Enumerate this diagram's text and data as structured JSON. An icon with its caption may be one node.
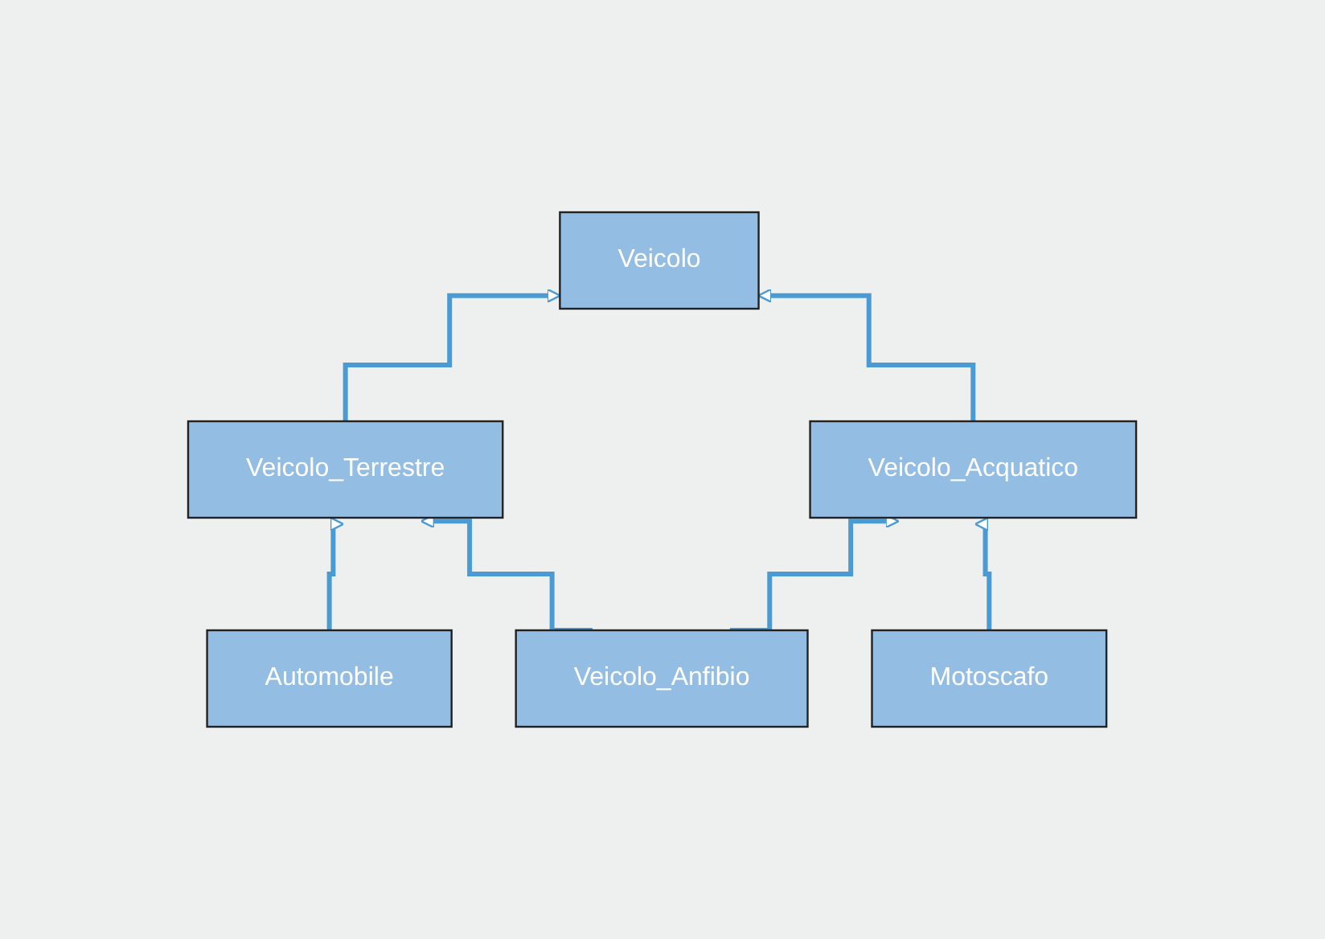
{
  "diagram": {
    "nodes": [
      {
        "text": [
          "Veicolo"
        ]
      },
      {
        "text": [
          "Veicolo_Terrestre"
        ]
      },
      {
        "text": [
          "Veicolo_Acquatico"
        ]
      },
      {
        "text": [
          "Automobile"
        ]
      },
      {
        "text": [
          "Veicolo_Anfibio"
        ]
      },
      {
        "text": [
          "Motoscafo"
        ]
      }
    ],
    "edges": [
      {
        "from": 1,
        "to": 0,
        "arrow": "to"
      },
      {
        "from": 2,
        "to": 0,
        "arrow": "to"
      },
      {
        "from": 3,
        "to": 1,
        "arrow": "to"
      },
      {
        "from": 4,
        "to": 1,
        "arrow": "to"
      },
      {
        "from": 4,
        "to": 2,
        "arrow": "to"
      },
      {
        "from": 5,
        "to": 2,
        "arrow": "to"
      }
    ]
  }
}
